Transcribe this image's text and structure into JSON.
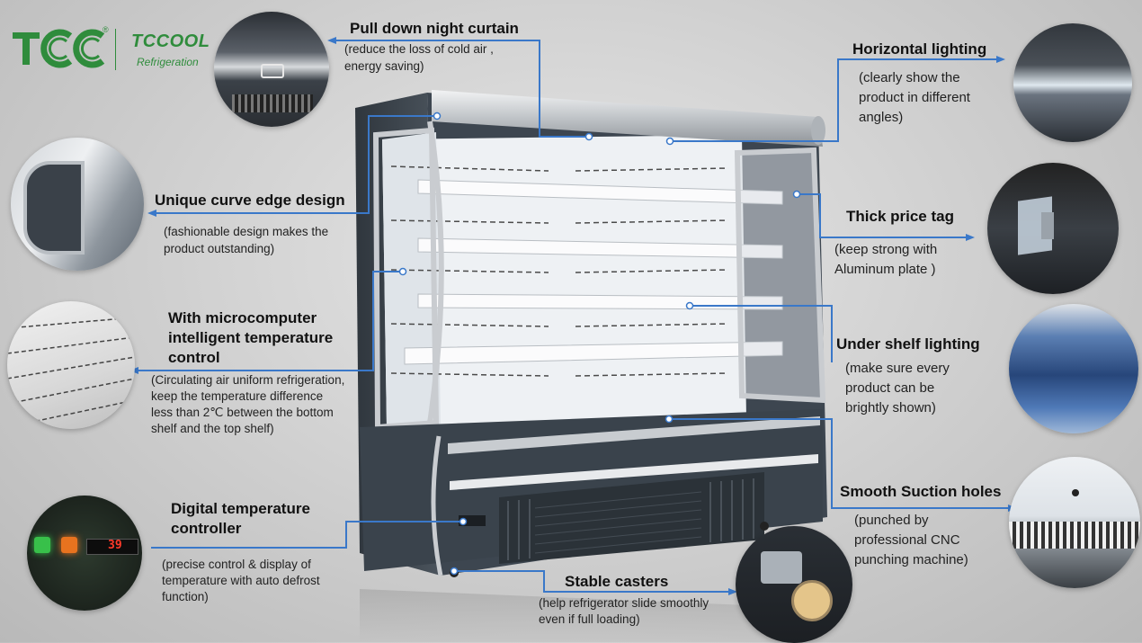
{
  "brand": {
    "mark": "TCC",
    "registered": "®",
    "name": "TCCOOL",
    "sub": "Refrigeration",
    "color": "#2f8c3c"
  },
  "callouts": {
    "curtain": {
      "title": "Pull down night curtain",
      "desc": [
        "(reduce the loss of cold air ,",
        "energy saving)"
      ]
    },
    "horizontal": {
      "title": "Horizontal lighting",
      "desc": [
        "(clearly show the",
        "product in different",
        "angles)"
      ]
    },
    "curve": {
      "title": "Unique curve edge design",
      "desc": [
        "(fashionable design makes the",
        "product outstanding)"
      ]
    },
    "price": {
      "title": "Thick price tag",
      "desc": [
        "(keep strong with",
        "Aluminum plate )"
      ]
    },
    "micro": {
      "title": [
        "With microcomputer",
        "intelligent temperature",
        "control"
      ],
      "desc": [
        "(Circulating air uniform refrigeration,",
        "keep the temperature difference",
        "less than 2℃ between the bottom",
        "shelf and the top shelf)"
      ]
    },
    "undershelf": {
      "title": "Under shelf lighting",
      "desc": [
        "(make sure every",
        "product can be",
        "brightly shown)"
      ]
    },
    "digital": {
      "title": [
        "Digital temperature",
        "controller"
      ],
      "desc": [
        "(precise control & display of",
        "temperature with auto defrost",
        "function)"
      ]
    },
    "suction": {
      "title": "Smooth Suction holes",
      "desc": [
        "(punched by",
        "professional CNC",
        "punching machine)"
      ]
    },
    "casters": {
      "title": "Stable casters",
      "desc": [
        "(help refrigerator slide smoothly",
        "even if full loading)"
      ]
    }
  },
  "controller_display": "39",
  "colors": {
    "leader": "#3a78c9",
    "cabinet": "#3d4650",
    "frame": "#c9ccd0",
    "interior": "#eef1f4",
    "brand": "#2f8c3c"
  }
}
